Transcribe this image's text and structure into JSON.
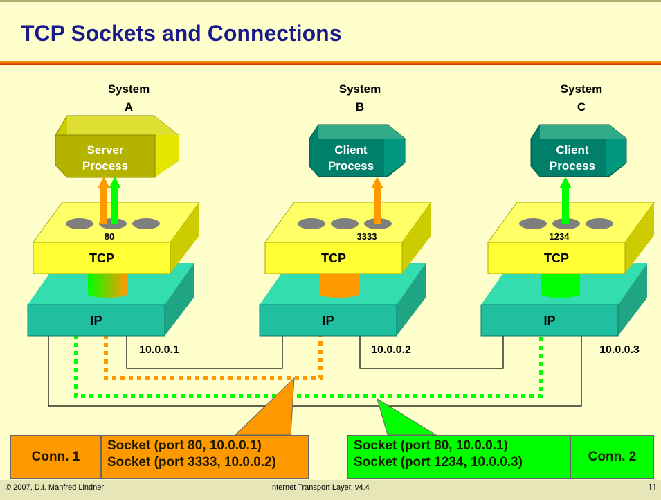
{
  "slide": {
    "title": "TCP Sockets and Connections",
    "page_number": "11"
  },
  "footer": {
    "copyright": "© 2007, D.I. Manfred Lindner",
    "course": "Internet Transport Layer, v4.4"
  },
  "systems": [
    {
      "label_line1": "System",
      "label_line2": "A",
      "process_line1": "Server",
      "process_line2": "Process",
      "port": "80",
      "tcp": "TCP",
      "ip": "IP",
      "address": "10.0.0.1"
    },
    {
      "label_line1": "System",
      "label_line2": "B",
      "process_line1": "Client",
      "process_line2": "Process",
      "port": "3333",
      "tcp": "TCP",
      "ip": "IP",
      "address": "10.0.0.2"
    },
    {
      "label_line1": "System",
      "label_line2": "C",
      "process_line1": "Client",
      "process_line2": "Process",
      "port": "1234",
      "tcp": "TCP",
      "ip": "IP",
      "address": "10.0.0.3"
    }
  ],
  "connections": [
    {
      "label": "Conn. 1",
      "socket1": "Socket (port 80, 10.0.0.1)",
      "socket2": "Socket (port 3333, 10.0.0.2)",
      "color": "#ff9900"
    },
    {
      "label": "Conn. 2",
      "socket1": "Socket (port 80, 10.0.0.1)",
      "socket2": "Socket (port 1234, 10.0.0.3)",
      "color": "#00ff00"
    }
  ],
  "colors": {
    "title": "#1a1a8c",
    "background": "#ffffcc",
    "server_process": "#b3b300",
    "client_process": "#00806a",
    "tcp_layer": "#ffff33",
    "ip_layer": "#1fbf9f",
    "conn1": "#ff9900",
    "conn2": "#00ff00"
  }
}
